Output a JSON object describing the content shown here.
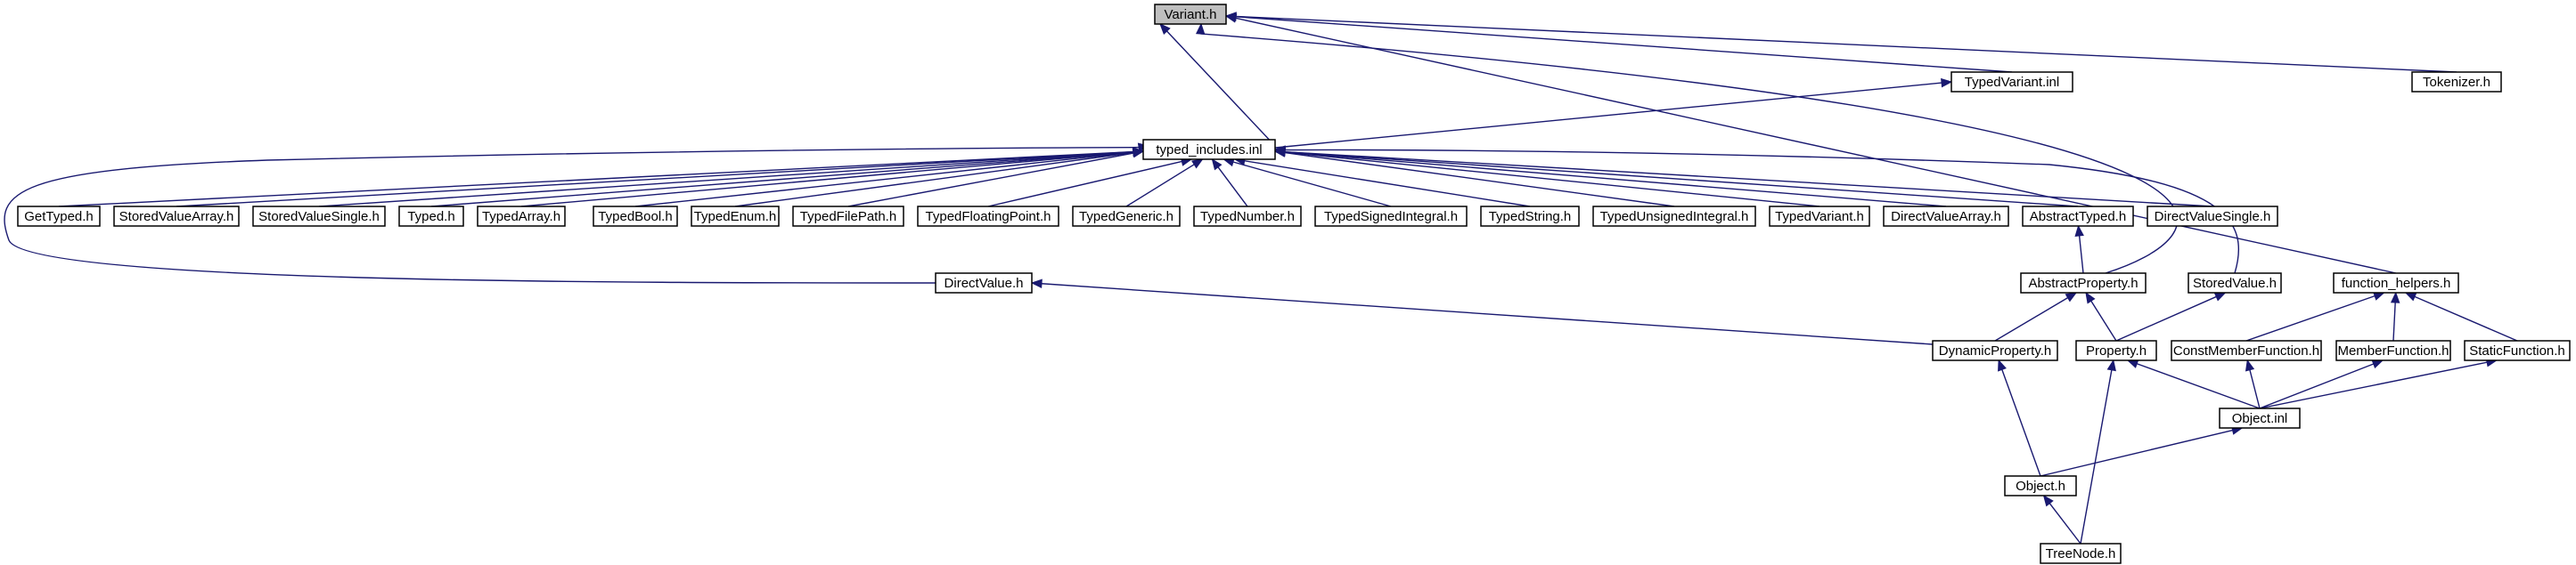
{
  "colors": {
    "edge": "#191970",
    "root_fill": "#bfbfbf",
    "node_fill": "#ffffff",
    "node_border": "#000000"
  },
  "nodes": [
    {
      "id": "variant_h",
      "label": "Variant.h",
      "root": true
    },
    {
      "id": "typedvariant_inl",
      "label": "TypedVariant.inl"
    },
    {
      "id": "tokenizer_h",
      "label": "Tokenizer.h"
    },
    {
      "id": "typed_includes_inl",
      "label": "typed_includes.inl"
    },
    {
      "id": "gettyped_h",
      "label": "GetTyped.h"
    },
    {
      "id": "storedvaluearray_h",
      "label": "StoredValueArray.h"
    },
    {
      "id": "storedvaluesingle_h",
      "label": "StoredValueSingle.h"
    },
    {
      "id": "typed_h",
      "label": "Typed.h"
    },
    {
      "id": "typedarray_h",
      "label": "TypedArray.h"
    },
    {
      "id": "typedbool_h",
      "label": "TypedBool.h"
    },
    {
      "id": "typedenum_h",
      "label": "TypedEnum.h"
    },
    {
      "id": "typedfilepath_h",
      "label": "TypedFilePath.h"
    },
    {
      "id": "typedfloatingpoint_h",
      "label": "TypedFloatingPoint.h"
    },
    {
      "id": "typedgeneric_h",
      "label": "TypedGeneric.h"
    },
    {
      "id": "typednumber_h",
      "label": "TypedNumber.h"
    },
    {
      "id": "typedsignedintegral_h",
      "label": "TypedSignedIntegral.h"
    },
    {
      "id": "typedstring_h",
      "label": "TypedString.h"
    },
    {
      "id": "typedunsignedintegral_h",
      "label": "TypedUnsignedIntegral.h"
    },
    {
      "id": "typedvariant_h",
      "label": "TypedVariant.h"
    },
    {
      "id": "directvaluearray_h",
      "label": "DirectValueArray.h"
    },
    {
      "id": "abstracttyped_h",
      "label": "AbstractTyped.h"
    },
    {
      "id": "directvaluesingle_h",
      "label": "DirectValueSingle.h"
    },
    {
      "id": "directvalue_h",
      "label": "DirectValue.h"
    },
    {
      "id": "abstractproperty_h",
      "label": "AbstractProperty.h"
    },
    {
      "id": "storedvalue_h",
      "label": "StoredValue.h"
    },
    {
      "id": "function_helpers_h",
      "label": "function_helpers.h"
    },
    {
      "id": "dynamicproperty_h",
      "label": "DynamicProperty.h"
    },
    {
      "id": "property_h",
      "label": "Property.h"
    },
    {
      "id": "constmemberfunction_h",
      "label": "ConstMemberFunction.h"
    },
    {
      "id": "memberfunction_h",
      "label": "MemberFunction.h"
    },
    {
      "id": "staticfunction_h",
      "label": "StaticFunction.h"
    },
    {
      "id": "object_inl",
      "label": "Object.inl"
    },
    {
      "id": "object_h",
      "label": "Object.h"
    },
    {
      "id": "treenode_h",
      "label": "TreeNode.h"
    }
  ]
}
